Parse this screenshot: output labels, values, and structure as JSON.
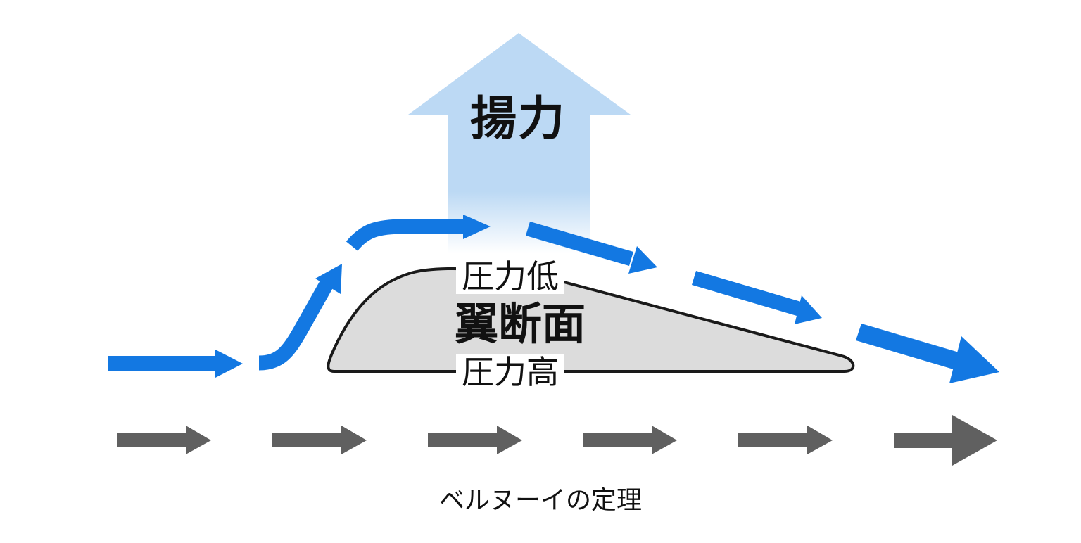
{
  "lift_label": "揚力",
  "pressure_low_label": "圧力低",
  "wing_label": "翼断面",
  "pressure_high_label": "圧力高",
  "caption": "ベルヌーイの定理",
  "colors": {
    "lift_arrow": "#bcd9f4",
    "flow_arrow_blue": "#1378e2",
    "flow_arrow_gray": "#606060",
    "wing_fill": "#dcdcdc",
    "wing_stroke": "#1a1a1a",
    "text": "#111111",
    "background": "#ffffff"
  }
}
